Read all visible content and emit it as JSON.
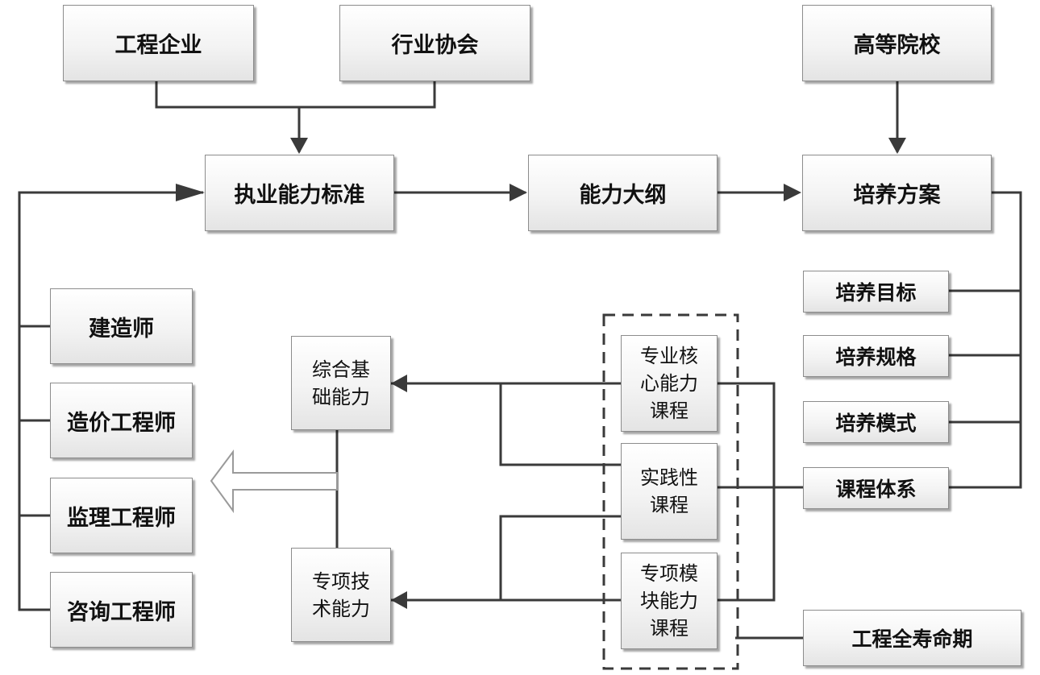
{
  "nodes": {
    "engineering_enterprise": "工程企业",
    "industry_association": "行业协会",
    "universities": "高等院校",
    "practice_standard": "执业能力标准",
    "ability_outline": "能力大纲",
    "training_plan": "培养方案",
    "training_goal": "培养目标",
    "training_spec": "培养规格",
    "training_mode": "培养模式",
    "curriculum_system": "课程体系",
    "constructor": "建造师",
    "cost_engineer": "造价工程师",
    "supervision_engineer": "监理工程师",
    "consulting_engineer": "咨询工程师",
    "general_basic_ability": "综合基\n础能力",
    "special_tech_ability": "专项技\n术能力",
    "core_course": "专业核\n心能力\n课程",
    "practice_course": "实践性\n课程",
    "module_course": "专项模\n块能力\n课程",
    "lifecycle": "工程全寿命期"
  }
}
